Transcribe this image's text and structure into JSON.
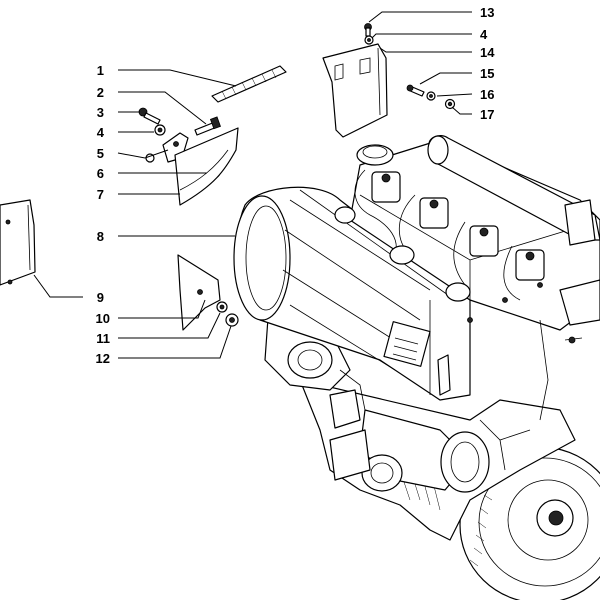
{
  "diagram": {
    "callouts": [
      {
        "id": "1"
      },
      {
        "id": "2"
      },
      {
        "id": "3"
      },
      {
        "id": "4"
      },
      {
        "id": "5"
      },
      {
        "id": "6"
      },
      {
        "id": "7"
      },
      {
        "id": "8"
      },
      {
        "id": "9"
      },
      {
        "id": "10"
      },
      {
        "id": "11"
      },
      {
        "id": "12"
      },
      {
        "id": "13"
      },
      {
        "id": "4"
      },
      {
        "id": "14"
      },
      {
        "id": "15"
      },
      {
        "id": "16"
      },
      {
        "id": "17"
      }
    ]
  }
}
